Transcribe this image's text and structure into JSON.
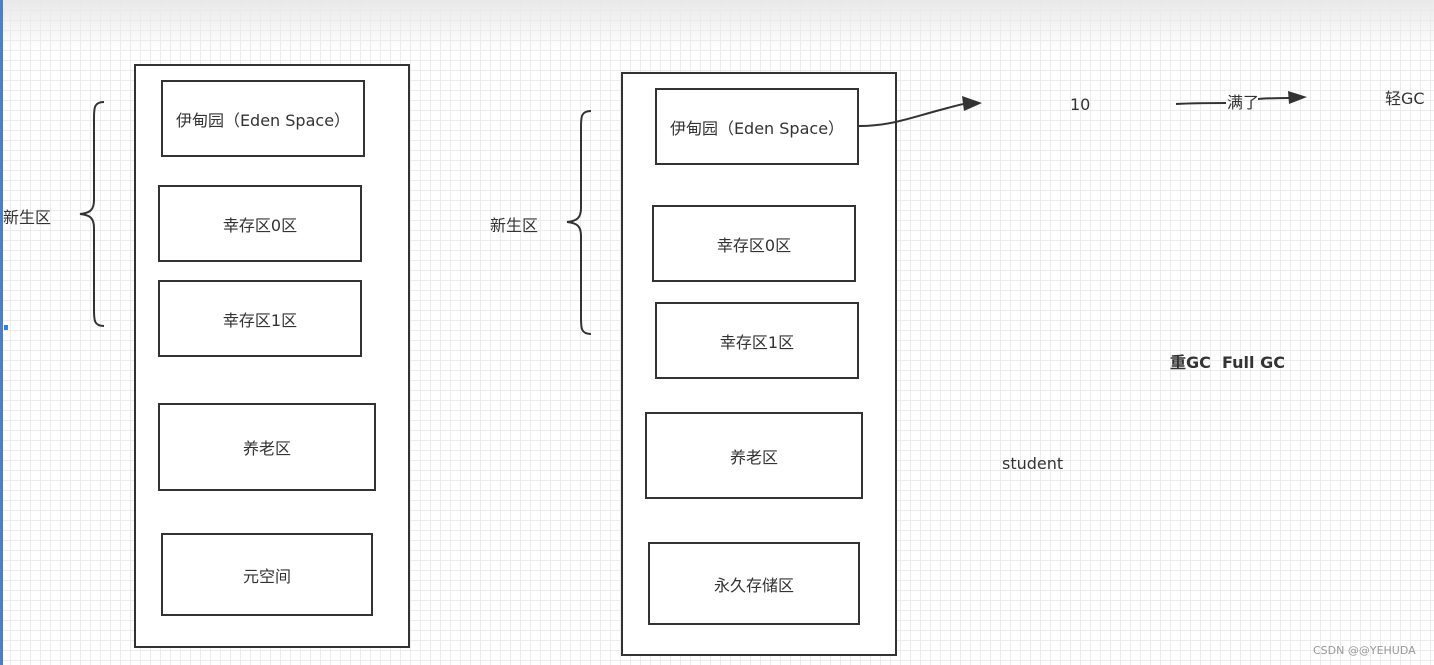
{
  "left_diagram": {
    "group_label": "新生区",
    "boxes": [
      "伊甸园（Eden Space）",
      "幸存区0区",
      "幸存区1区",
      "养老区",
      "元空间"
    ]
  },
  "right_diagram": {
    "group_label": "新生区",
    "boxes": [
      "伊甸园（Eden Space）",
      "幸存区0区",
      "幸存区1区",
      "养老区",
      "永久存储区"
    ]
  },
  "annotations": {
    "count": "10",
    "full": "满了",
    "minor_gc": "轻GC",
    "major_gc": "重GC  Full GC",
    "student": "student"
  },
  "watermark": "CSDN @@YEHUDA",
  "colors": {
    "stroke": "#333333",
    "grid": "#ececec",
    "text": "#333333"
  }
}
